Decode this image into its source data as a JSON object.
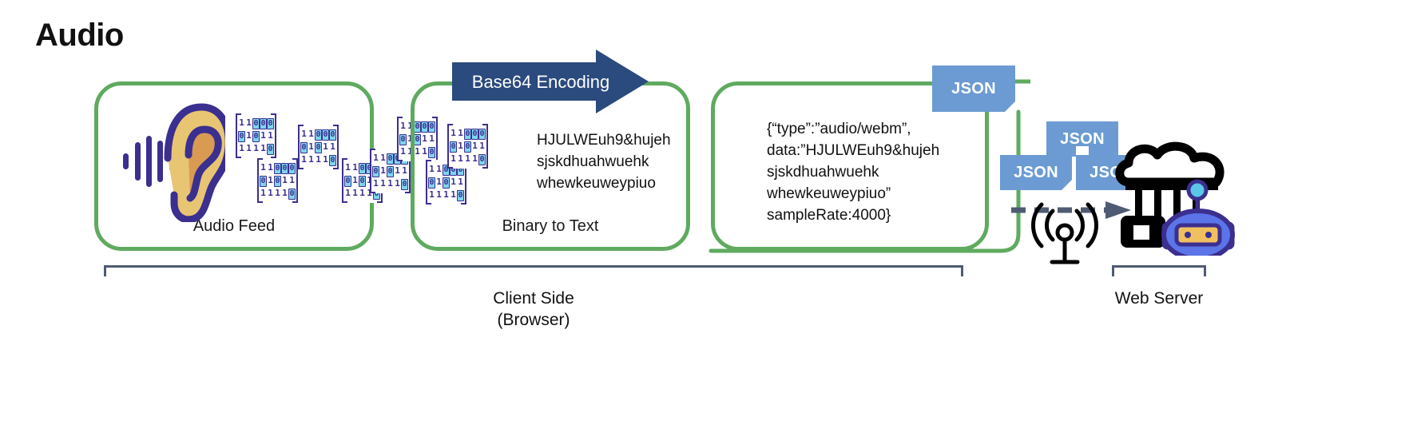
{
  "title": "Audio",
  "colors": {
    "green_box": "#5faa5f",
    "arrow_blue": "#2b4a7d",
    "json_badge_blue": "#6b9bd2",
    "bracket_gray": "#4f5b72",
    "binary_purple": "#3b2f8f",
    "binary_cyan": "#7fd4ef",
    "ear_skin": "#e8c573",
    "ear_inner": "#d99b52",
    "robot_body": "#5b74e8",
    "robot_outline": "#3b2f8f",
    "robot_visor": "#f0c060"
  },
  "stages": [
    {
      "id": "audio",
      "caption": "Audio Feed"
    },
    {
      "id": "binary",
      "caption": "Binary to Text"
    },
    {
      "id": "json",
      "caption": ""
    }
  ],
  "arrow": {
    "label": "Base64 Encoding"
  },
  "encoded_text": "HJULWEuh9&hujeh\nsjskdhuahwuehk\nwhewkeuweypiuo",
  "json_payload": "{“type”:”audio/webm”,\ndata:”HJULWEuh9&hujeh\nsjskdhuahwuehk\nwhewkeuweypiuo”\nsampleRate:4000}",
  "binary_blocks": [
    {
      "rows": [
        "11000",
        "01011",
        "11110"
      ]
    },
    {
      "rows": [
        "11000",
        "01011",
        "11110"
      ]
    },
    {
      "rows": [
        "11000",
        "01011",
        "11110"
      ]
    },
    {
      "rows": [
        "11000",
        "01011",
        "11110"
      ]
    },
    {
      "rows": [
        "11000",
        "01011",
        "11110"
      ]
    },
    {
      "rows": [
        "11000",
        "01011",
        "11110"
      ]
    },
    {
      "rows": [
        "11000",
        "01011",
        "11110"
      ]
    },
    {
      "rows": [
        "11000",
        "01011",
        "11110"
      ]
    }
  ],
  "badges": {
    "main": "JSON",
    "top": "JSON",
    "left": "JSON",
    "right": "JSON"
  },
  "brackets": {
    "client_label": "Client Side\n(Browser)",
    "server_label": "Web Server"
  },
  "icons": {
    "ear": "ear-icon",
    "antenna": "antenna-icon",
    "cloud_server": "cloud-server-icon",
    "robot": "robot-icon",
    "dashed_arrow": "dashed-arrow-icon"
  }
}
